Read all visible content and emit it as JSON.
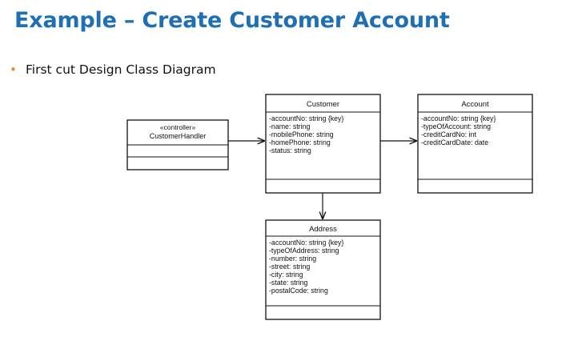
{
  "title": "Example – Create Customer Account",
  "bullet": {
    "marker": "•",
    "text": "First cut Design Class Diagram"
  },
  "classes": {
    "customer_handler": {
      "stereotype": "«controller»",
      "name": "CustomerHandler",
      "attributes": []
    },
    "customer": {
      "name": "Customer",
      "attributes": [
        "-accountNo: string {key}",
        "-name: string",
        "-mobilePhone: string",
        "-homePhone: string",
        "-status: string"
      ]
    },
    "account": {
      "name": "Account",
      "attributes": [
        "-accountNo: string {key}",
        "-typeOfAccount: string",
        "-creditCardNo: int",
        "-creditCardDate: date"
      ]
    },
    "address": {
      "name": "Address",
      "attributes": [
        "-accountNo: string {key}",
        "-typeOfAddress: string",
        "-number: string",
        "-street: string",
        "-city: string",
        "-state: string",
        "-postalCode: string"
      ]
    }
  },
  "colors": {
    "title": "#1f6fb5",
    "bullet": "#e8872a",
    "line": "#111111"
  }
}
